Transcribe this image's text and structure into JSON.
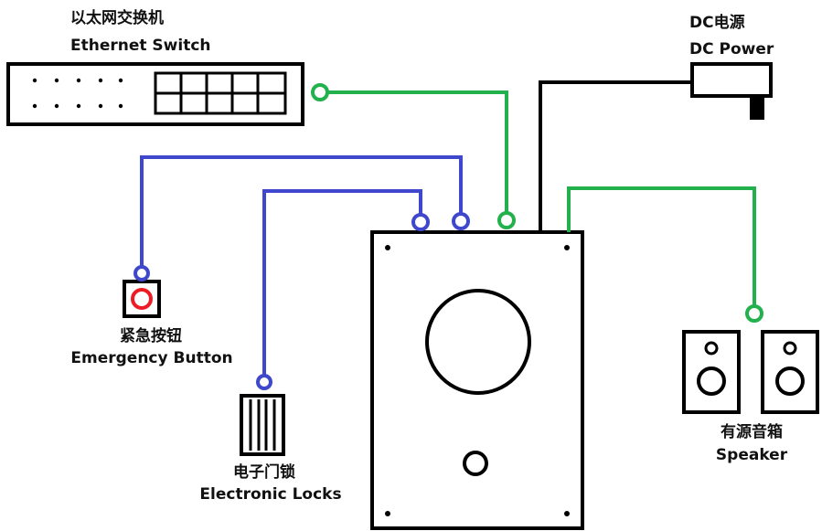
{
  "labels": {
    "switch_cn": "以太网交换机",
    "switch_en": "Ethernet Switch",
    "power_cn": "DC电源",
    "power_en": "DC Power",
    "button_cn": "紧急按钮",
    "button_en": "Emergency Button",
    "lock_cn": "电子门锁",
    "lock_en": "Electronic Locks",
    "speaker_cn": "有源音箱",
    "speaker_en": "Speaker"
  },
  "colors": {
    "green": "#22b14c",
    "blue": "#3f48cc",
    "black": "#000000",
    "red": "#ed1c24"
  }
}
